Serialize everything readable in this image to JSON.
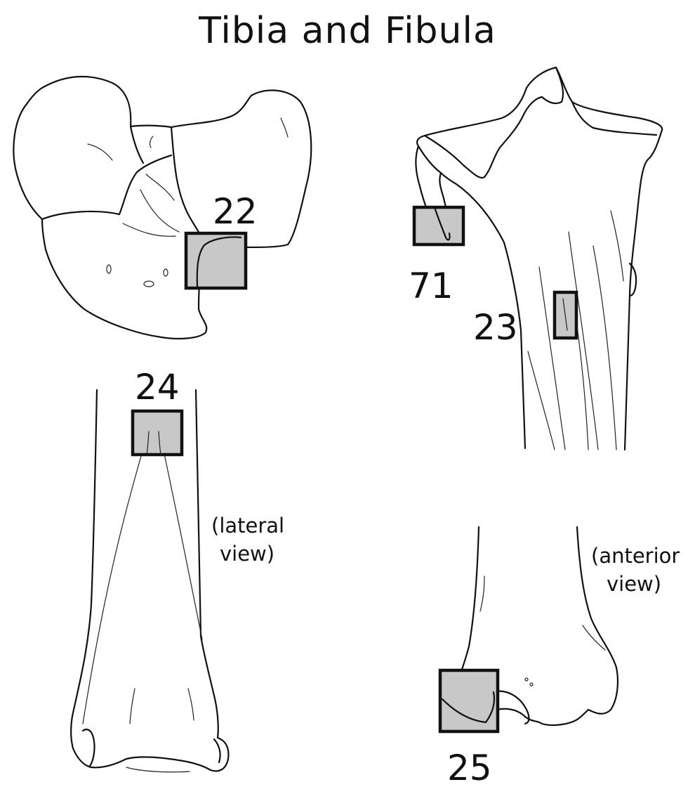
{
  "title": "Tibia and Fibula",
  "labels": {
    "l22": "22",
    "l71": "71",
    "l23": "23",
    "l24": "24",
    "l25": "25"
  },
  "views": {
    "lateral_1": "(lateral",
    "lateral_2": "view)",
    "anterior_1": "(anterior",
    "anterior_2": "view)"
  }
}
